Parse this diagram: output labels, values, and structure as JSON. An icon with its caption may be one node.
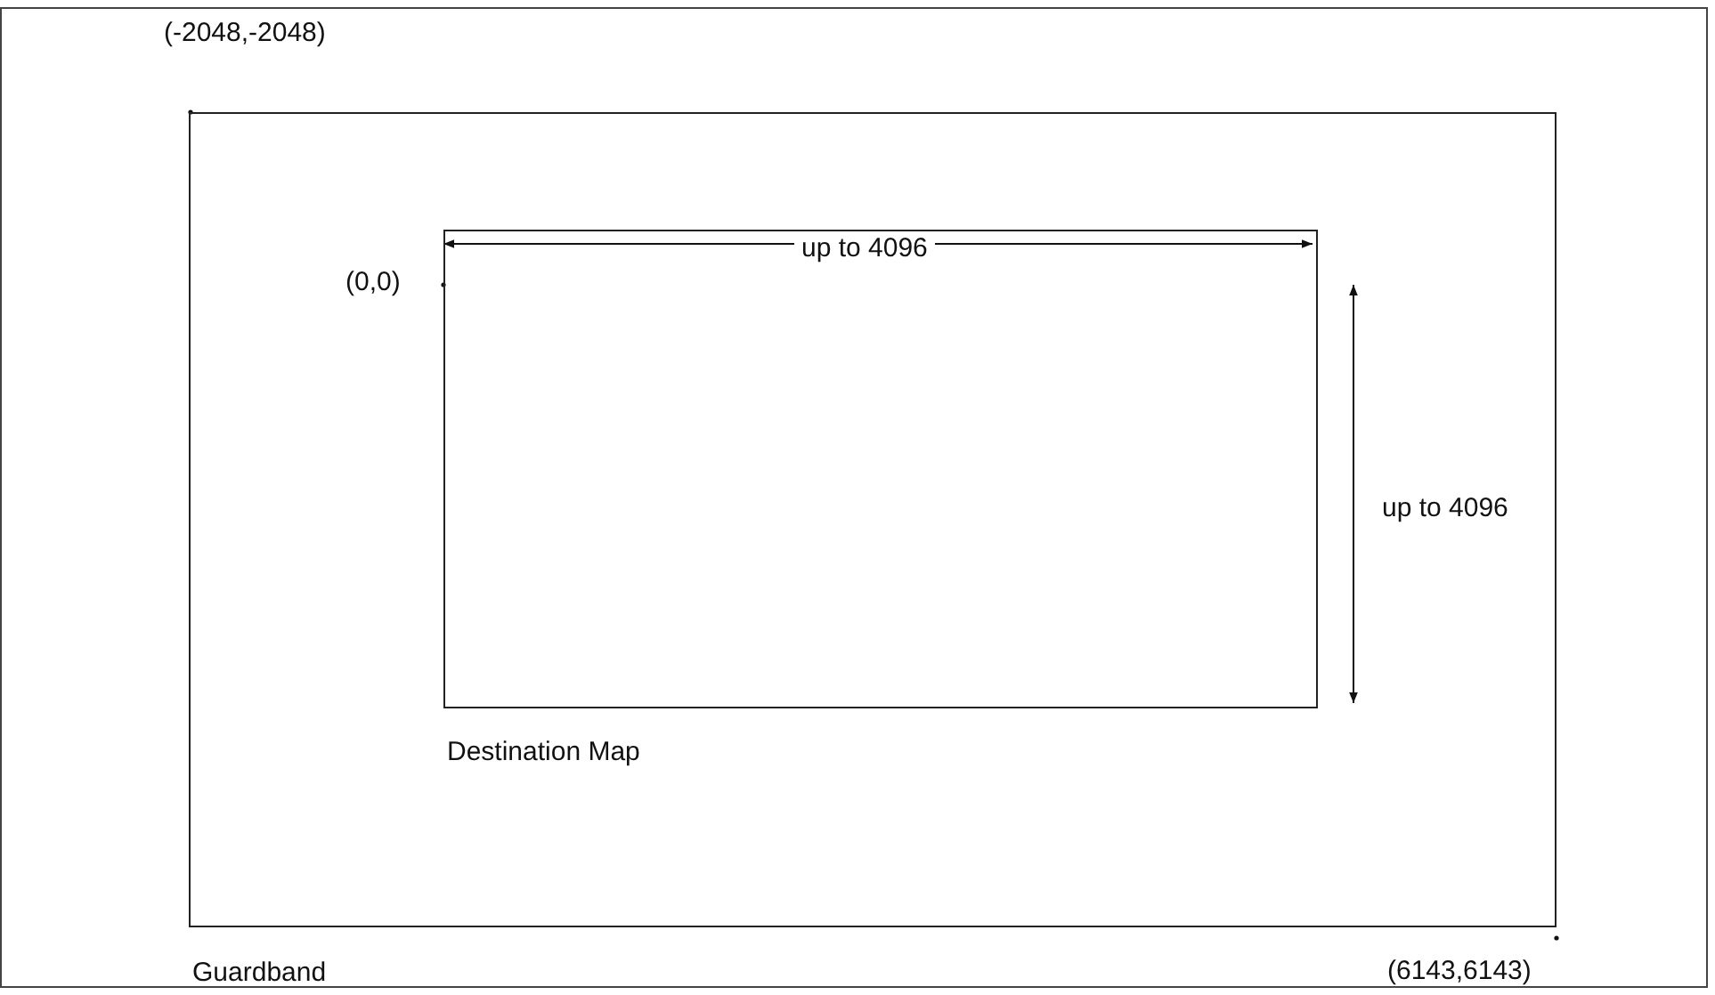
{
  "diagram": {
    "nodes": [
      {
        "text": [
          "Guardband"
        ]
      },
      {
        "text": [
          "Destination Map"
        ],
        "in": 0
      }
    ],
    "edges": [],
    "labels": [
      "(-2048,-2048)",
      "(0,0)",
      "up to 4096",
      "up to 4096",
      "(6143,6143)"
    ]
  }
}
